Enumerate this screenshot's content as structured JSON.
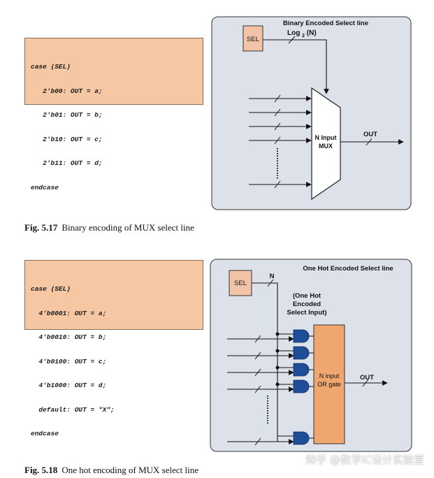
{
  "figure1": {
    "code_lines": [
      "case (SEL)",
      "   2'b00: OUT = a;",
      "   2'b01: OUT = b;",
      "   2'b10: OUT = c;",
      "   2'b11: OUT = d;",
      "endcase"
    ],
    "diagram_title": "Binary Encoded Select line",
    "sel_label": "SEL",
    "log_label": "Log",
    "log_subscript": "2",
    "log_arg": "(N)",
    "mux_label_line1": "N Input",
    "mux_label_line2": "MUX",
    "out_label": "OUT",
    "caption_number": "Fig. 5.17",
    "caption_text": "Binary encoding of MUX select line"
  },
  "figure2": {
    "code_lines": [
      "case (SEL)",
      "  4'b0001: OUT = a;",
      "  4'b0010: OUT = b;",
      "  4'b0100: OUT = c;",
      "  4'b1000: OUT = d;",
      "  default: OUT = \"X\";",
      "endcase"
    ],
    "diagram_title": "One Hot Encoded Select line",
    "sel_label": "SEL",
    "n_label": "N",
    "select_input_line1": "(One Hot",
    "select_input_line2": "Encoded",
    "select_input_line3": "Select Input)",
    "or_label_line1": "N input",
    "or_label_line2": "OR gate",
    "out_label": "OUT",
    "caption_number": "Fig. 5.18",
    "caption_text": "One hot encoding of MUX select line"
  },
  "watermark": "知乎 @数字IC设计实验室",
  "colors": {
    "code_bg": "#f5c7a3",
    "panel_bg": "#dde1ea",
    "mux_fill": "#ffffff",
    "sel_fill": "#f2c3a6",
    "or_fill": "#f0a66f",
    "and_gate_fill": "#1f4e99"
  }
}
